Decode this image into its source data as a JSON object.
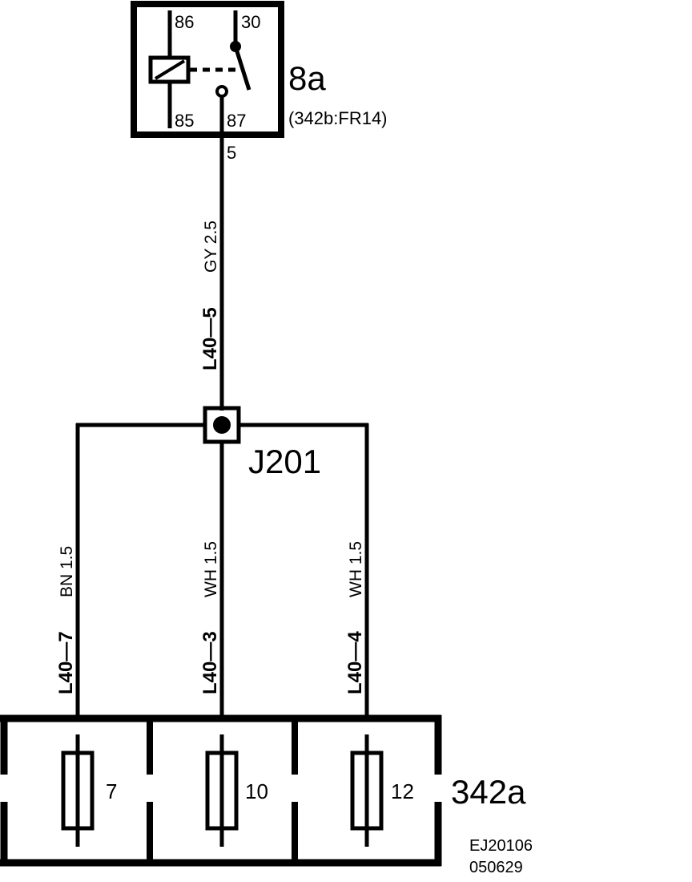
{
  "relay": {
    "id": "8a",
    "location": "(342b:FR14)",
    "pins": {
      "p86": "86",
      "p30": "30",
      "p85": "85",
      "p87": "87"
    },
    "out_pin": "5"
  },
  "wire_main": {
    "connector": "L40—5",
    "spec": "GY 2.5"
  },
  "junction": {
    "id": "J201"
  },
  "wires": [
    {
      "connector": "L40—7",
      "spec": "BN  1.5"
    },
    {
      "connector": "L40—3",
      "spec": "WH 1.5"
    },
    {
      "connector": "L40—4",
      "spec": "WH 1.5"
    }
  ],
  "fusebox": {
    "id": "342a",
    "fuses": [
      "7",
      "10",
      "12"
    ]
  },
  "drawing_ref": {
    "line1": "EJ20106",
    "line2": "050629"
  }
}
